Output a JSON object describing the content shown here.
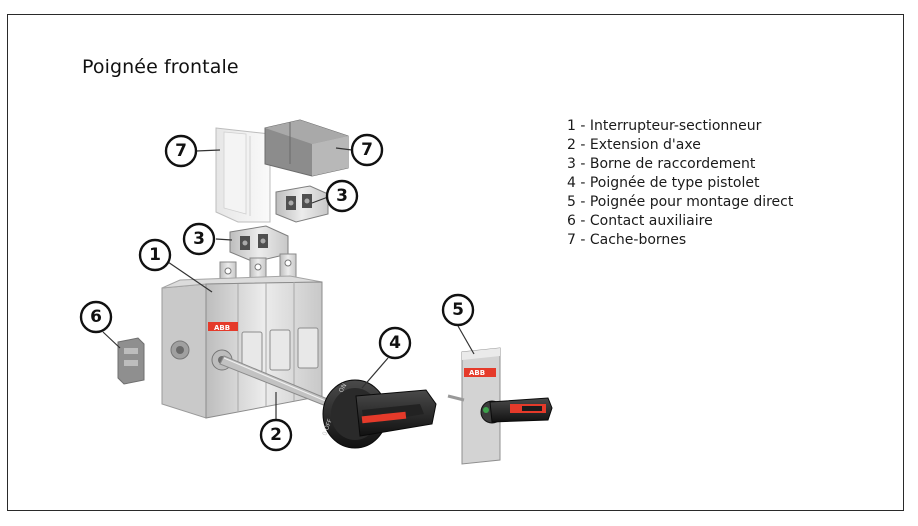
{
  "title": "Poignée frontale",
  "legend": [
    "1 - Interrupteur-sectionneur",
    "2 - Extension d'axe",
    "3 - Borne de raccordement",
    "4 - Poignée de type pistolet",
    "5 - Poignée pour montage direct",
    "6 - Contact auxiliaire",
    "7 - Cache-bornes"
  ],
  "callouts": {
    "c7a": "7",
    "c7b": "7",
    "c3a": "3",
    "c3b": "3",
    "c1": "1",
    "c2": "2",
    "c4": "4",
    "c5": "5",
    "c6": "6"
  },
  "brand": {
    "switch": "ABB",
    "handle5": "ABB",
    "handle_on": "ON",
    "handle_off": "0 OFF"
  },
  "colors": {
    "accent_red": "#e53a2a",
    "handle_black": "#1c1c1c",
    "metal": "#d8d8d8"
  }
}
